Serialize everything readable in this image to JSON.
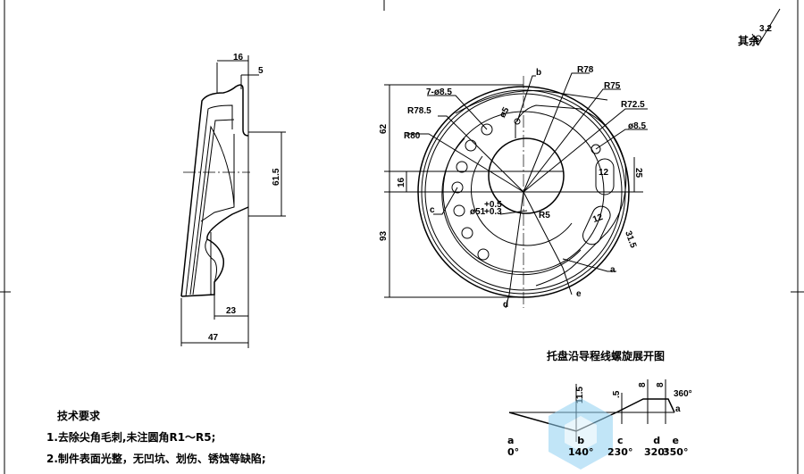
{
  "roughness": {
    "label": "其余",
    "value": "3.2"
  },
  "side_view": {
    "dims": {
      "top_width": "16",
      "top_offset": "5",
      "height": "61.5",
      "bottom_inner": "23",
      "total_depth": "47"
    }
  },
  "front_view": {
    "labels": {
      "b": "b",
      "c": "c",
      "d": "d",
      "e": "e",
      "a": "a"
    },
    "dims": {
      "r78": "R78",
      "r75": "R75",
      "r72_5": "R72.5",
      "holes": "7-ø8.5",
      "r78_5": "R78.5",
      "r80": "R80",
      "phi5": "ø5",
      "phi8_5": "ø8.5",
      "phi51": "ø51",
      "tol_up": "+0.5",
      "tol_low": "+0.3",
      "r5": "R5",
      "h62": "62",
      "h16": "16",
      "h93": "93",
      "slot1": "12",
      "slot1_h": "25",
      "slot2": "12",
      "slot2_len": "31.5"
    }
  },
  "spiral": {
    "title": "托盘沿导程线螺旋展开图",
    "dims": {
      "d11_5": "11.5",
      "d5": ".5",
      "d8a": "8",
      "d8b": "8",
      "deg360": "360°"
    },
    "points": [
      {
        "label": "a",
        "angle": "0°"
      },
      {
        "label": "b",
        "angle": "140°"
      },
      {
        "label": "c",
        "angle": "230°"
      },
      {
        "label": "d",
        "angle": "320°"
      },
      {
        "label": "e",
        "angle": "350°"
      }
    ],
    "end_label": "a"
  },
  "requirements": {
    "title": "技术要求",
    "items": [
      "1.去除尖角毛刺,未注圆角R1～R5;",
      "2.制件表面光整，无凹坑、划伤、锈蚀等缺陷;"
    ]
  }
}
